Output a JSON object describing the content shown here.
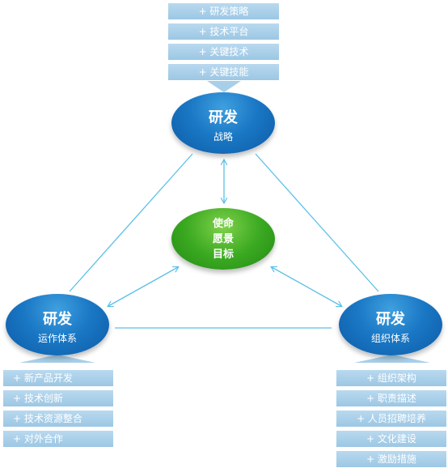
{
  "top_list": [
    "+ 研发策略",
    "+ 技术平台",
    "+ 关键技术",
    "+ 关键技能"
  ],
  "left_list": [
    "+ 新产品开发",
    "+ 技术创新",
    "+ 技术资源整合",
    "+ 对外合作"
  ],
  "right_list": [
    "+ 组织架构",
    "+ 职责描述",
    "+ 人员招聘培养",
    "+ 文化建设",
    "+ 激励措施"
  ],
  "top_node": {
    "title": "研发",
    "subtitle": "战略"
  },
  "left_node": {
    "title": "研发",
    "subtitle": "运作体系"
  },
  "right_node": {
    "title": "研发",
    "subtitle": "组织体系"
  },
  "center_node": {
    "line1": "使命",
    "line2": "愿景",
    "line3": "目标"
  },
  "colors": {
    "node_blue": "#1a78c5",
    "node_green": "#3caa22",
    "connector": "#5bc0e8",
    "list_box": "#a8cfe8"
  }
}
